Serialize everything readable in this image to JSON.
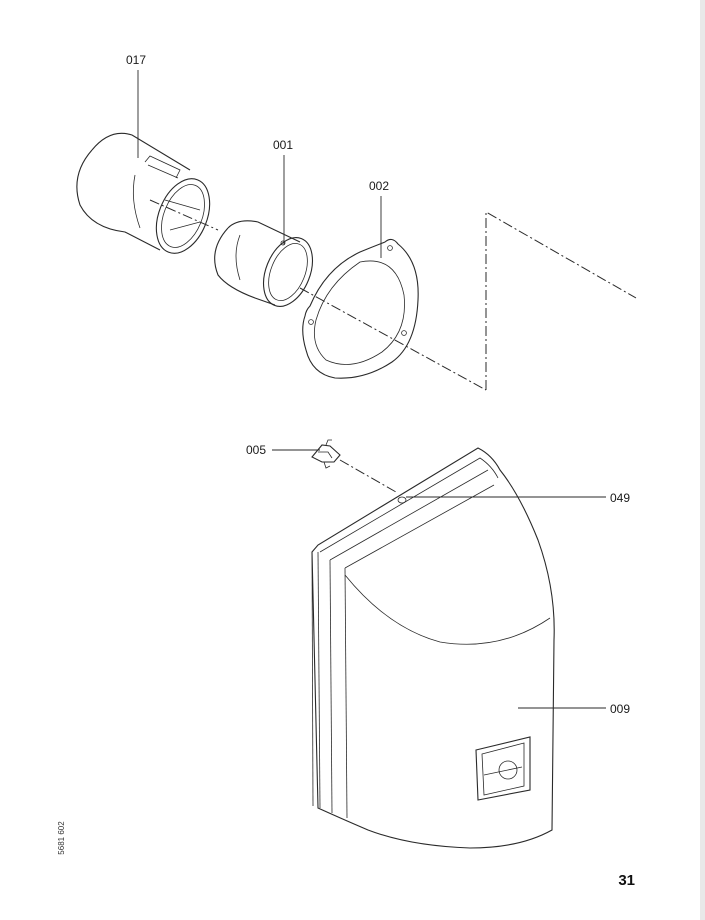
{
  "callouts": {
    "c017": "017",
    "c001": "001",
    "c002": "002",
    "c005": "005",
    "c049": "049",
    "c009": "009"
  },
  "page_number": "31",
  "doc_code": "5681 602"
}
